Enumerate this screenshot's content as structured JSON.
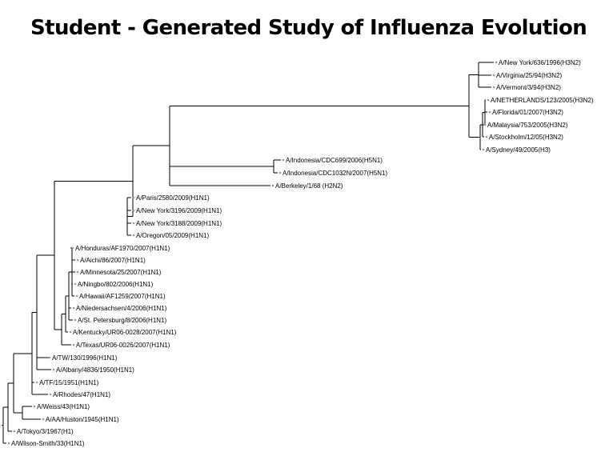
{
  "title": "Student - Generated Study of Influenza Evolution",
  "leaves": [
    "A/New York/636/1996(H3N2)",
    "A/Virginia/25/94(H3N2)",
    "A/Vermont/3/94(H3N2)",
    "A/NETHERLANDS/123/2005(H3N2)",
    "A/Florida/01/2007(H3N2)",
    "A/Malaysia/753/2005(H3N2)",
    "A/Stockholm/12/05(H3N2)",
    "A/Sydney/49/2005(H3)",
    "A/Indonesia/CDC699/2006(H5N1)",
    "A/Indonesia/CDC1032N/2007(H5N1)",
    "A/Berkeley/1/68 (H2N2)",
    "A/Paris/2580/2009(H1N1)",
    "A/New York/3196/2009(H1N1)",
    "A/New York/3188/2009(H1N1)",
    "A/Oregon/05/2009(H1N1)",
    "A/Honduras/AF1970/2007(H1N1)",
    "A/Aichi/86/2007(H1N1)",
    "A/Minnesota/25/2007(H1N1)",
    "A/Ningbo/802/2006(H1N1)",
    "A/Hawaii/AF1259/2007(H1N1)",
    "A/Niedersachsen/4/2006(H1N1)",
    "A/St. Petersburg/8/2006(H1N1)",
    "A/Kentucky/UR06-0028/2007(H1N1)",
    "A/Texas/UR06-0026/2007(H1N1)",
    "A/TW/130/1996(H1N1)",
    "A/Albany/4836/1950(H1N1)",
    "A/TF/15/1951(H1N1)",
    "A/Rhodes/47(H1N1)",
    "A/Weiss/43(H1N1)",
    "A/AA/Huston/1945(H1N1)",
    "A/Tokyo/3/1967(H1)",
    "A/Wilson-Smith/33(H1N1)"
  ]
}
